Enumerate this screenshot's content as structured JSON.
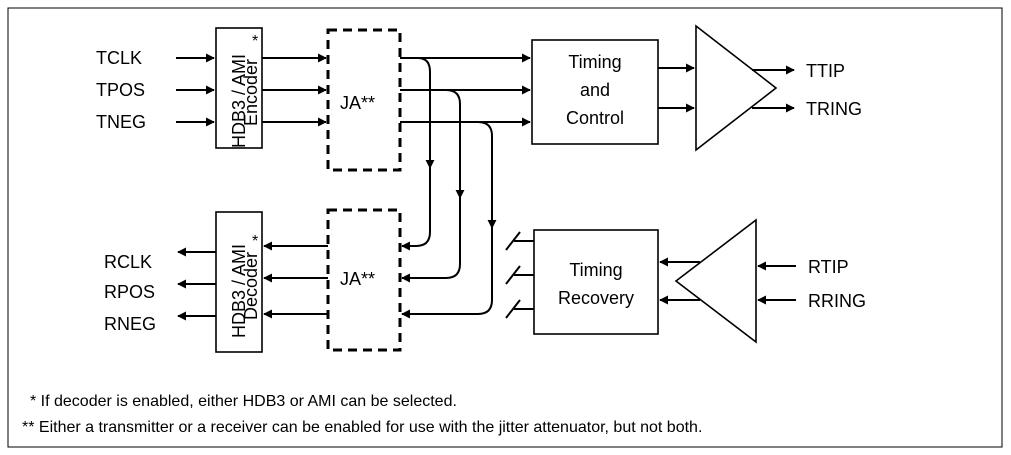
{
  "transmit": {
    "inputs": [
      "TCLK",
      "TPOS",
      "TNEG"
    ],
    "encoder_label": "HDB3 / AMI",
    "encoder_label2": "Encoder",
    "encoder_star": "*",
    "ja_label": "JA**",
    "timing_line1": "Timing",
    "timing_line2": "and",
    "timing_line3": "Control",
    "outputs": [
      "TTIP",
      "TRING"
    ]
  },
  "receive": {
    "outputs": [
      "RCLK",
      "RPOS",
      "RNEG"
    ],
    "decoder_label": "HDB3 / AMI",
    "decoder_label2": "Decoder",
    "decoder_star": "*",
    "ja_label": "JA**",
    "recovery_line1": "Timing",
    "recovery_line2": "Recovery",
    "inputs": [
      "RTIP",
      "RRING"
    ]
  },
  "footnotes": {
    "note1": "*  If decoder is enabled, either HDB3 or AMI can be selected.",
    "note2": "** Either a transmitter or a receiver can be enabled for use with the jitter attenuator, but not both."
  }
}
